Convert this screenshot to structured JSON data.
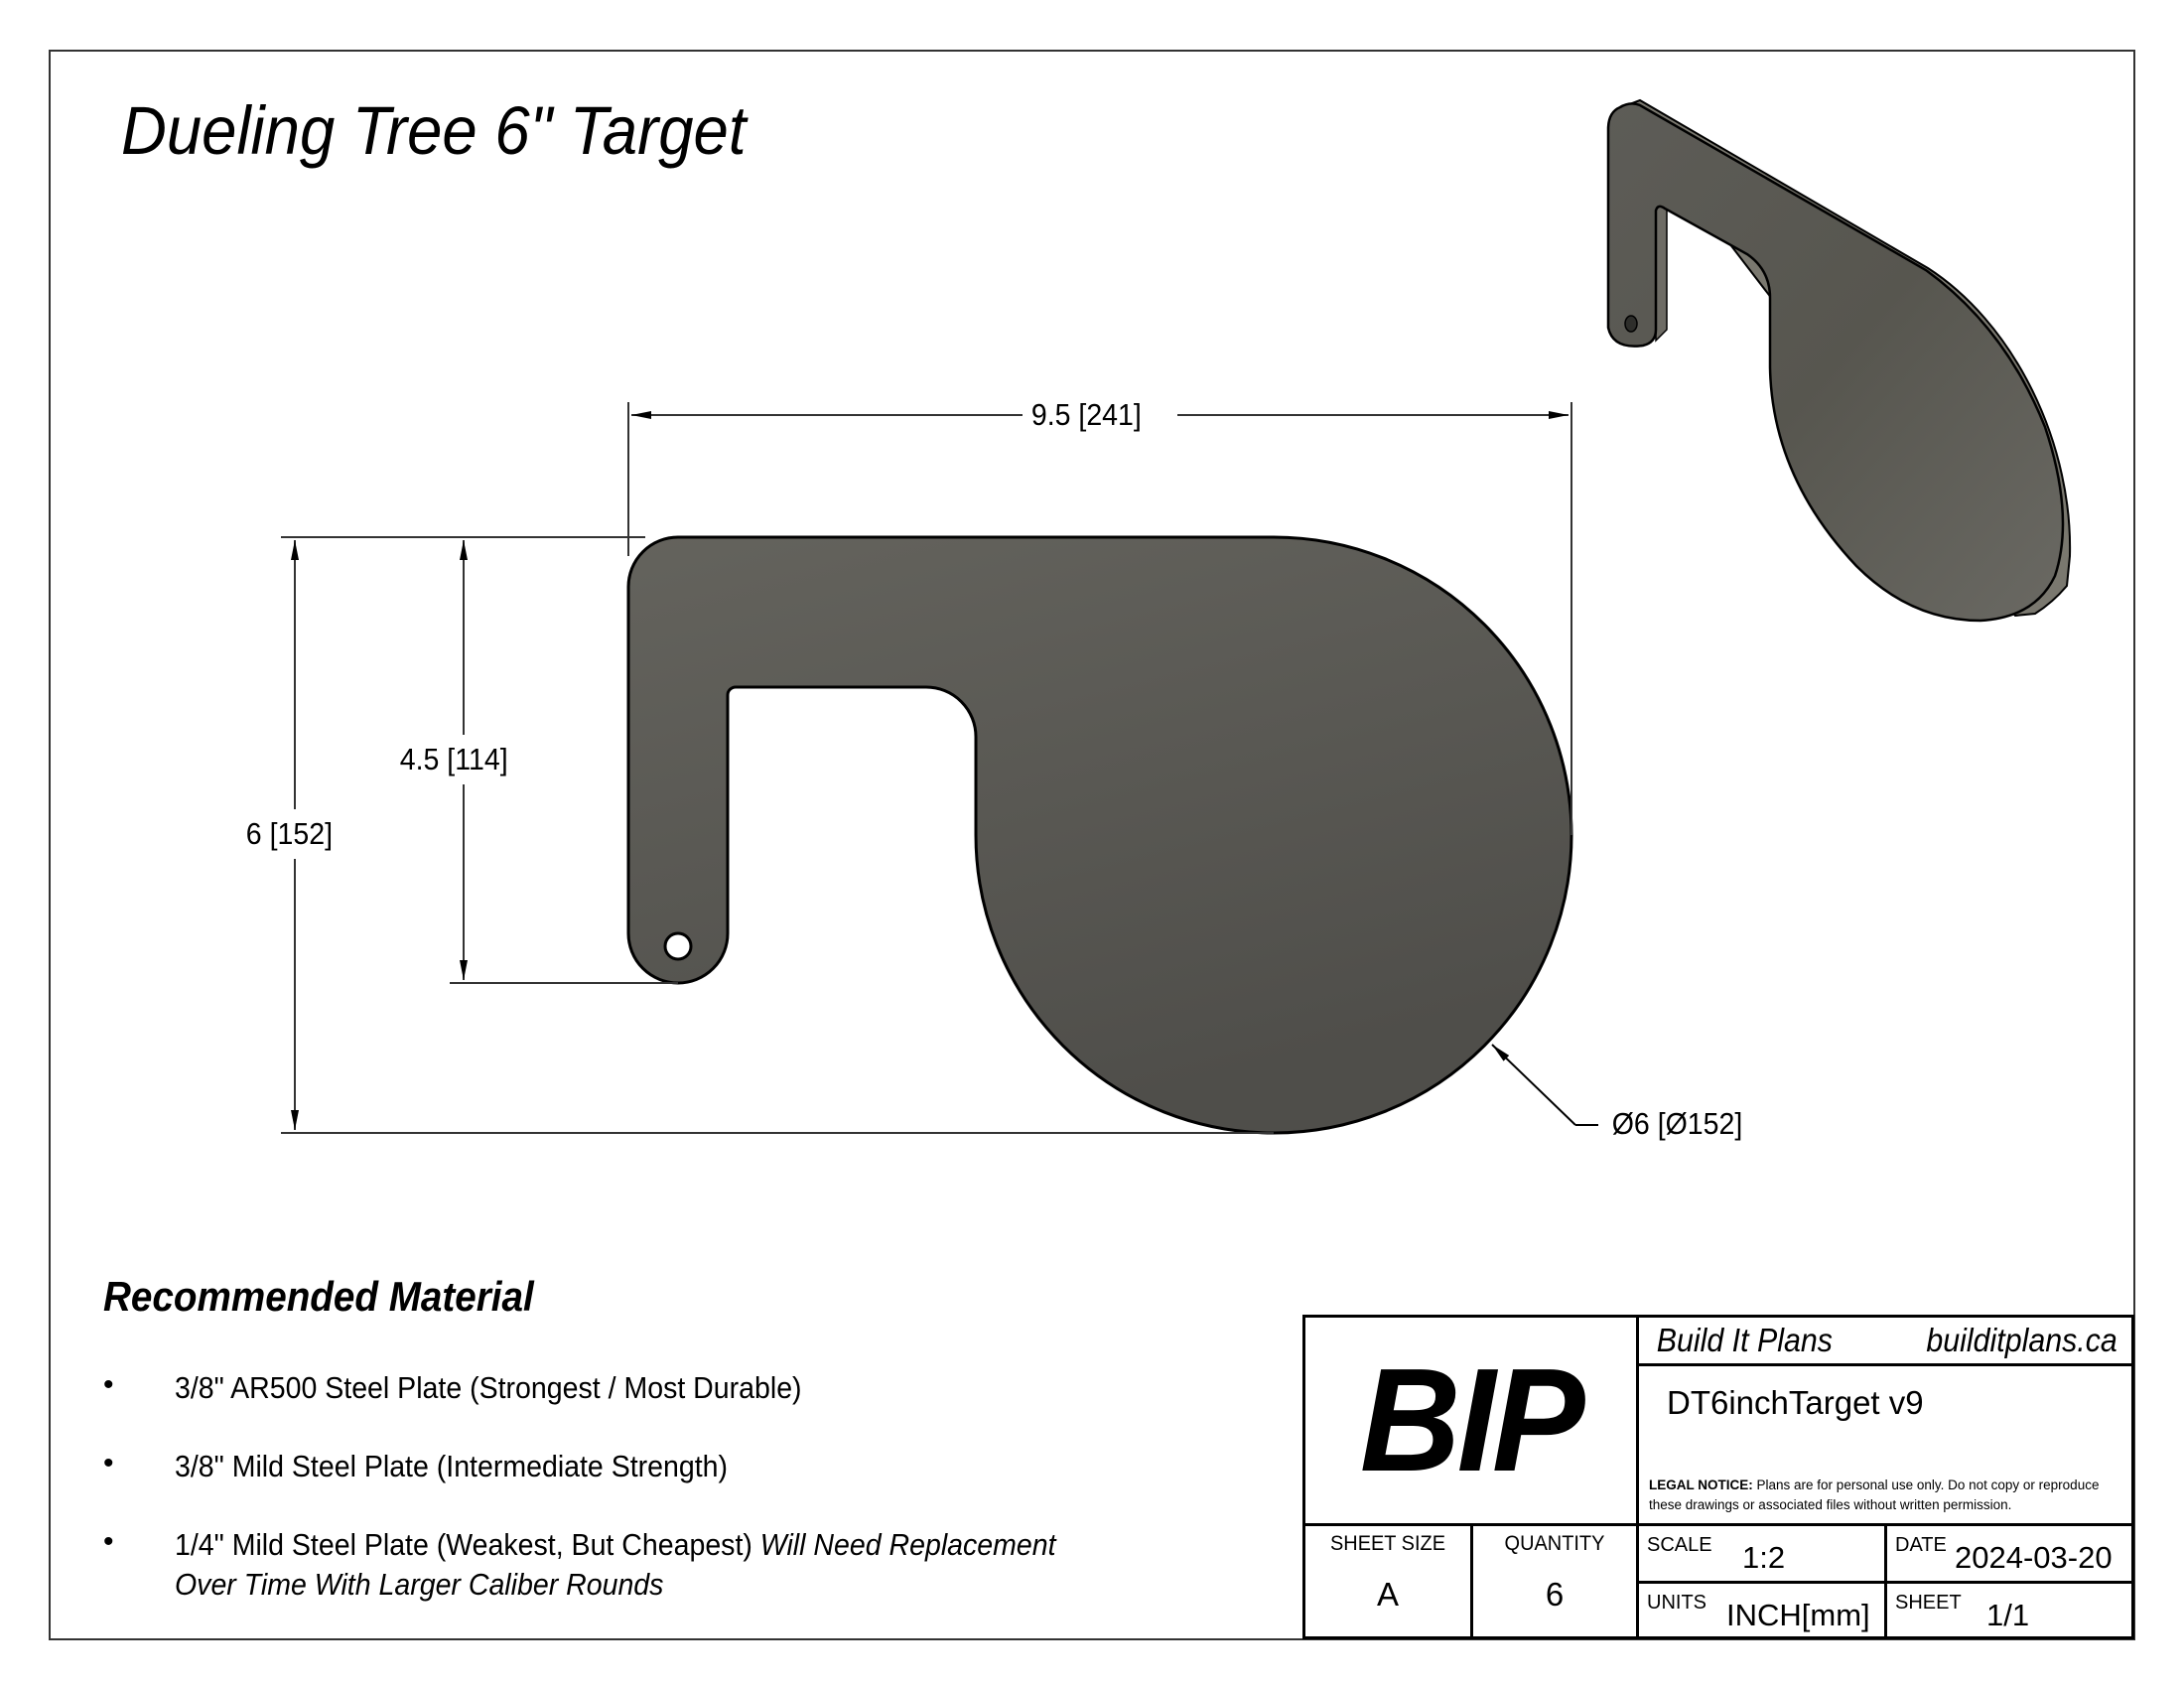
{
  "drawing": {
    "title": "Dueling Tree 6\" Target",
    "dimensions": {
      "width": "9.5 [241]",
      "height_overall": "6 [152]",
      "height_tab": "4.5 [114]",
      "diameter": "Ø6 [Ø152]"
    },
    "colors": {
      "plate_fill": "#55544f",
      "plate_fill_light": "#65645e",
      "outline": "#000000",
      "dim_line": "#333333",
      "edge": "#7a786f"
    }
  },
  "materials": {
    "heading": "Recommended Material",
    "bullet_glyph": "•",
    "items": [
      {
        "text": "3/8\" AR500 Steel Plate (Strongest / Most Durable)",
        "note": ""
      },
      {
        "text": "3/8\" Mild Steel Plate (Intermediate Strength)",
        "note": ""
      },
      {
        "text": "1/4\" Mild Steel Plate (Weakest, But Cheapest)",
        "note": "Will Need Replacement",
        "note2": "Over Time With Larger Caliber Rounds"
      }
    ]
  },
  "title_block": {
    "logo": "BIP",
    "company": "Build It Plans",
    "website": "builditplans.ca",
    "part_name": "DT6inchTarget v9",
    "legal_label": "LEGAL NOTICE:",
    "legal_text": " Plans are for personal use only. Do not copy or reproduce these drawings or associated files without written permission.",
    "sheet_size_label": "SHEET SIZE",
    "sheet_size": "A",
    "quantity_label": "QUANTITY",
    "quantity": "6",
    "scale_label": "SCALE",
    "scale": "1:2",
    "date_label": "DATE",
    "date": "2024-03-20",
    "units_label": "UNITS",
    "units": "INCH[mm]",
    "sheet_label": "SHEET",
    "sheet": "1/1"
  }
}
